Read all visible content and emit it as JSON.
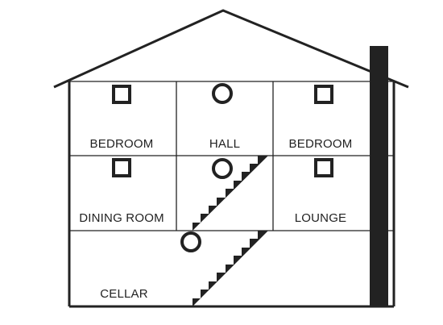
{
  "colors": {
    "line": "#222222",
    "fill": "#ffffff",
    "chimney": "#222222"
  },
  "rooms": {
    "bedroom_left": "BEDROOM",
    "hall": "HALL",
    "bedroom_right": "BEDROOM",
    "dining_room": "DINING ROOM",
    "lounge": "LOUNGE",
    "cellar": "CELLAR"
  },
  "symbols": {
    "square": "square-detector-icon",
    "circle": "circle-detector-icon"
  }
}
